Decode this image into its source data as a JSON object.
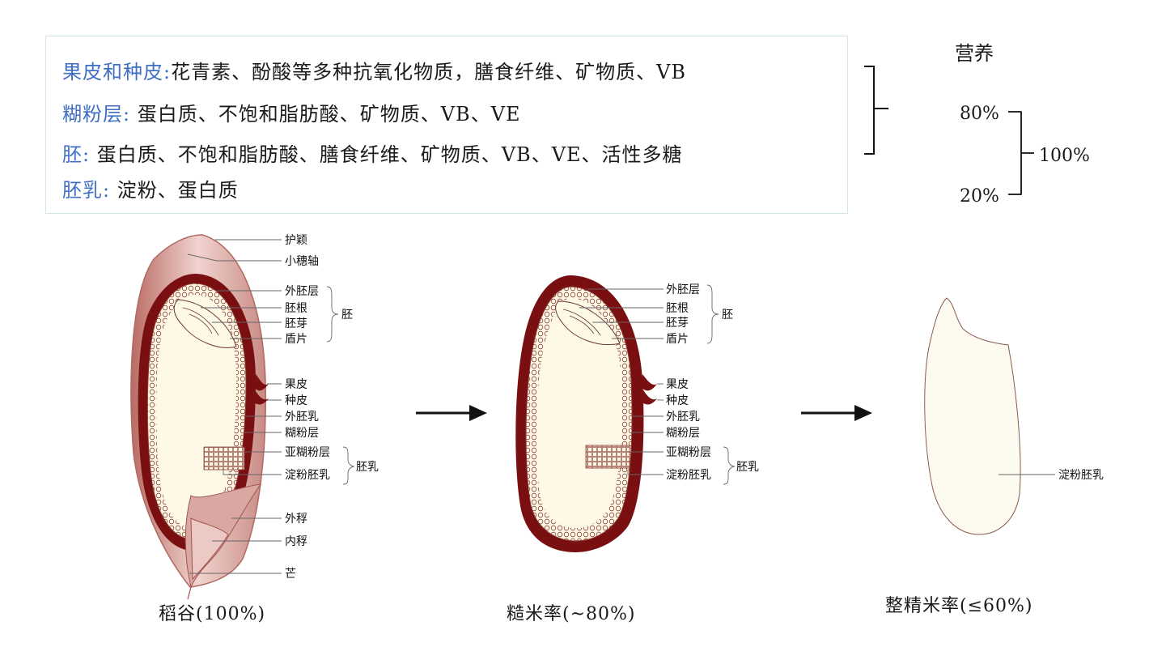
{
  "nutrition": {
    "rows": [
      {
        "label": "果皮和种皮",
        "sep": ":",
        "text": "花青素、酚酸等多种抗氧化物质，膳食纤维、矿物质、VB"
      },
      {
        "label": "糊粉层",
        "sep": ":",
        "text": " 蛋白质、不饱和脂肪酸、矿物质、VB、VE"
      },
      {
        "label": "胚",
        "sep": ":",
        "text": " 蛋白质、不饱和脂肪酸、膳食纤维、矿物质、VB、VE、活性多糖"
      },
      {
        "label": "胚乳",
        "sep": ":",
        "text": " 淀粉、蛋白质"
      }
    ],
    "heading": "营养",
    "pct_outer": "80%",
    "pct_endosperm": "20%",
    "pct_total": "100%"
  },
  "paddy": {
    "labels": {
      "hull": "护颖",
      "rachilla": "小穗轴",
      "outer_embryo_layer": "外胚层",
      "radicle": "胚根",
      "plumule": "胚芽",
      "scutellum": "盾片",
      "embryo_group": "胚",
      "pericarp": "果皮",
      "seed_coat": "种皮",
      "outer_endosperm": "外胚乳",
      "aleurone": "糊粉层",
      "sub_aleurone": "亚糊粉层",
      "starchy_endosperm": "淀粉胚乳",
      "endosperm_group": "胚乳",
      "lemma": "外稃",
      "palea": "内稃",
      "awn": "芒"
    },
    "caption": "稻谷(100%)"
  },
  "brown_rice": {
    "labels": {
      "outer_embryo_layer": "外胚层",
      "radicle": "胚根",
      "plumule": "胚芽",
      "scutellum": "盾片",
      "embryo_group": "胚",
      "pericarp": "果皮",
      "seed_coat": "种皮",
      "outer_endosperm": "外胚乳",
      "aleurone": "糊粉层",
      "sub_aleurone": "亚糊粉层",
      "starchy_endosperm": "淀粉胚乳",
      "endosperm_group": "胚乳"
    },
    "caption": "糙米率(~80%)"
  },
  "milled_rice": {
    "labels": {
      "starchy_endosperm": "淀粉胚乳"
    },
    "caption": "整精米率(≤60%)"
  },
  "colors": {
    "bran": "#7a0f12",
    "hull": "#c98a84",
    "endosperm": "#fdf9e6",
    "label_blue": "#3f6fc4",
    "box_border": "#cfe8e4"
  }
}
